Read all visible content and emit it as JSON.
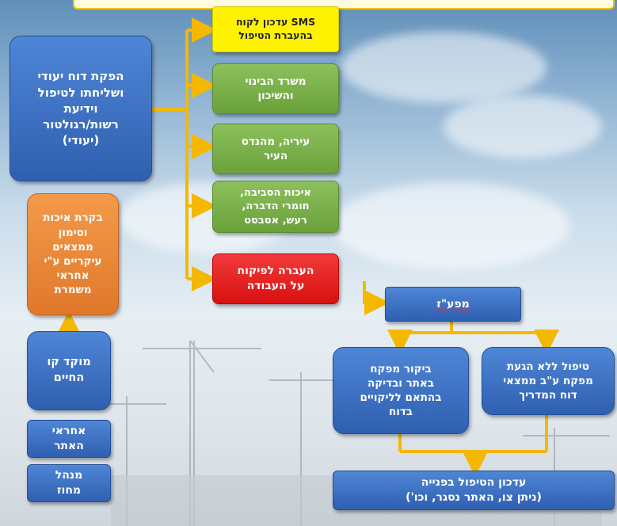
{
  "boxes": {
    "main_report": "הפקת דוח יעודי\nושליחתו לטיפול\nוידיעת\nרשות/רגולטור\n(יעודי)",
    "inspection_round": "בקרת איכות\nוסימון\nממצאים\nעיקריים ע\"י\nאחראי\nמשמרת",
    "hotline": "מוקד קו\nהחיים",
    "site_manager": "אחראי\nהאתר",
    "district_manager": "מנהל\nמחוז",
    "sms_update": "SMS עדכון לקוח\nבהעברת הטיפול",
    "ministry_housing": "משרד הבינוי\nוהשיכון",
    "municipality": "עיריה, מהנדס\nהעיר",
    "environment": "איכות הסביבה,\nחומרי הדברה,\nרעש, אסבסט",
    "labor_supervision": "העברה לפיקוח\nעל העבודה",
    "mafaz": "מפע\"ז",
    "inspector_visit": "ביקור מפקח\nבאתר ובדיקה\nבהתאם לליקויים\nבדוח",
    "handle_without_inspector": "טיפול ללא הגעת\nמפקח ע\"ב ממצאי\nדוח המדריך",
    "update_status": "עדכון הטיפול בפנייה\n(ניתן צו, האתר נסגר, וכו')"
  },
  "colors": {
    "connector": "#f5b800",
    "blue": "#2f5fb0",
    "green": "#6aa13b",
    "yellow": "#fff200",
    "orange": "#e0782a",
    "red": "#d81010"
  }
}
